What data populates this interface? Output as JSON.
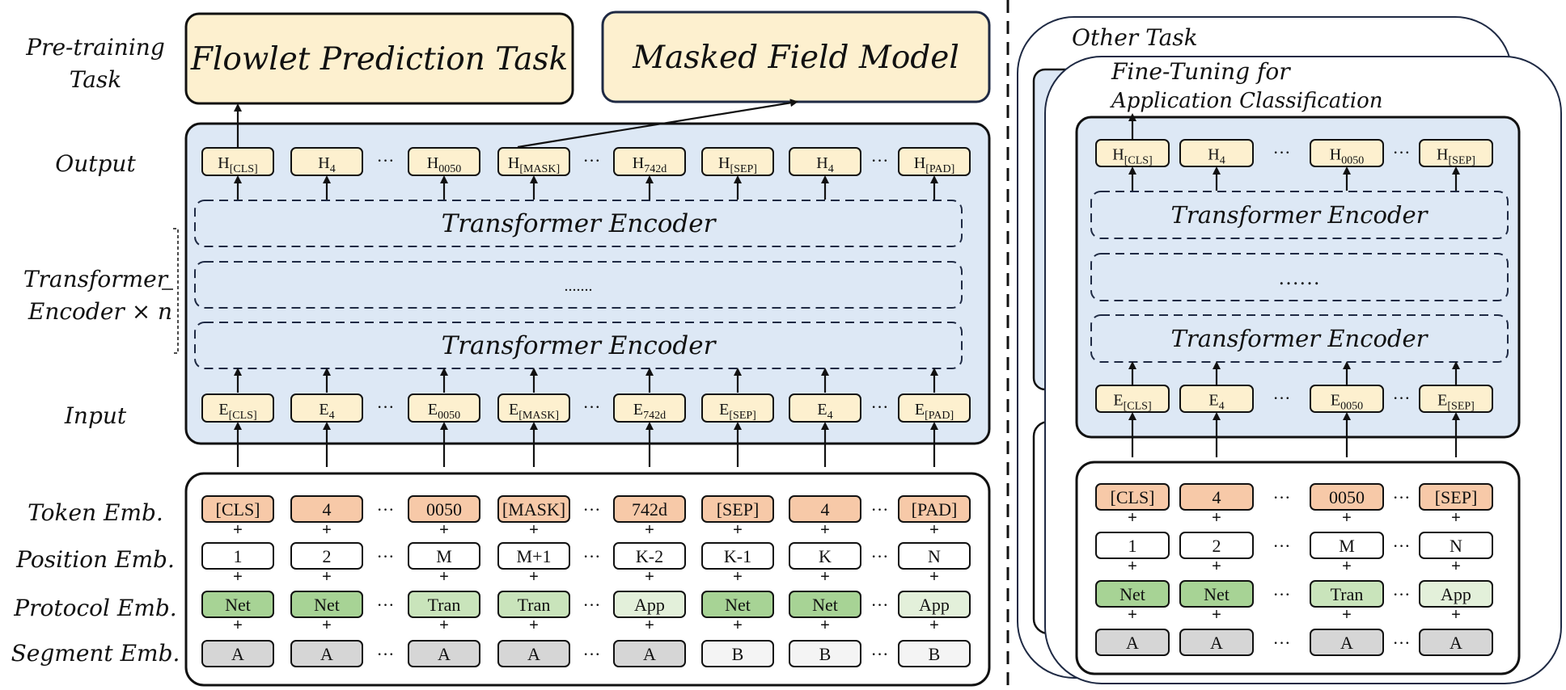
{
  "labels": {
    "pretraining_line1": "Pre-training",
    "pretraining_line2": "Task",
    "output": "Output",
    "encoder_line1": "Transformer",
    "encoder_line2": "Encoder × n",
    "input": "Input",
    "token_emb": "Token Emb.",
    "position_emb": "Position Emb.",
    "protocol_emb": "Protocol Emb.",
    "segment_emb": "Segment Emb."
  },
  "tasks": {
    "flowlet": "Flowlet Prediction Task",
    "masked": "Masked Field Model"
  },
  "encoder": {
    "title": "Transformer Encoder",
    "ellipsis": "......."
  },
  "dots": "···",
  "plus": "+",
  "left": {
    "output_tokens": [
      {
        "base": "H",
        "sub": "[CLS]"
      },
      {
        "base": "H",
        "sub": "4"
      },
      {
        "base": "H",
        "sub": "0050"
      },
      {
        "base": "H",
        "sub": "[MASK]"
      },
      {
        "base": "H",
        "sub": "742d"
      },
      {
        "base": "H",
        "sub": "[SEP]"
      },
      {
        "base": "H",
        "sub": "4"
      },
      {
        "base": "H",
        "sub": "[PAD]"
      }
    ],
    "input_tokens": [
      {
        "base": "E",
        "sub": "[CLS]"
      },
      {
        "base": "E",
        "sub": "4"
      },
      {
        "base": "E",
        "sub": "0050"
      },
      {
        "base": "E",
        "sub": "[MASK]"
      },
      {
        "base": "E",
        "sub": "742d"
      },
      {
        "base": "E",
        "sub": "[SEP]"
      },
      {
        "base": "E",
        "sub": "4"
      },
      {
        "base": "E",
        "sub": "[PAD]"
      }
    ],
    "token_row": [
      "[CLS]",
      "4",
      "0050",
      "[MASK]",
      "742d",
      "[SEP]",
      "4",
      "[PAD]"
    ],
    "position_row": [
      "1",
      "2",
      "M",
      "M+1",
      "K-2",
      "K-1",
      "K",
      "N"
    ],
    "protocol_row": [
      "Net",
      "Net",
      "Tran",
      "Tran",
      "App",
      "Net",
      "Net",
      "App"
    ],
    "segment_row": [
      "A",
      "A",
      "A",
      "A",
      "A",
      "B",
      "B",
      "B"
    ]
  },
  "right": {
    "other_task": "Other Task",
    "finetune_line1": "Fine-Tuning for",
    "finetune_line2": "Application Classification",
    "encoder_ellipsis": "……",
    "output_tokens": [
      {
        "base": "H",
        "sub": "[CLS]"
      },
      {
        "base": "H",
        "sub": "4"
      },
      {
        "base": "H",
        "sub": "0050"
      },
      {
        "base": "H",
        "sub": "[SEP]"
      }
    ],
    "input_tokens": [
      {
        "base": "E",
        "sub": "[CLS]"
      },
      {
        "base": "E",
        "sub": "4"
      },
      {
        "base": "E",
        "sub": "0050"
      },
      {
        "base": "E",
        "sub": "[SEP]"
      }
    ],
    "token_row": [
      "[CLS]",
      "4",
      "0050",
      "[SEP]"
    ],
    "position_row": [
      "1",
      "2",
      "M",
      "N"
    ],
    "protocol_row": [
      "Net",
      "Net",
      "Tran",
      "App"
    ],
    "segment_row": [
      "A",
      "A",
      "A",
      "A"
    ]
  },
  "colors": {
    "task_fill": "#fdf0cf",
    "panel_fill": "#dde8f5",
    "token_fill": "#f7c9a8",
    "net_fill": "#a7d395",
    "tran_fill": "#c9e4bb",
    "app_fill": "#e3f0da",
    "seg_a_fill": "#d6d6d6",
    "seg_b_fill": "#f4f4f4",
    "hbox_fill": "#fdf0cf"
  }
}
